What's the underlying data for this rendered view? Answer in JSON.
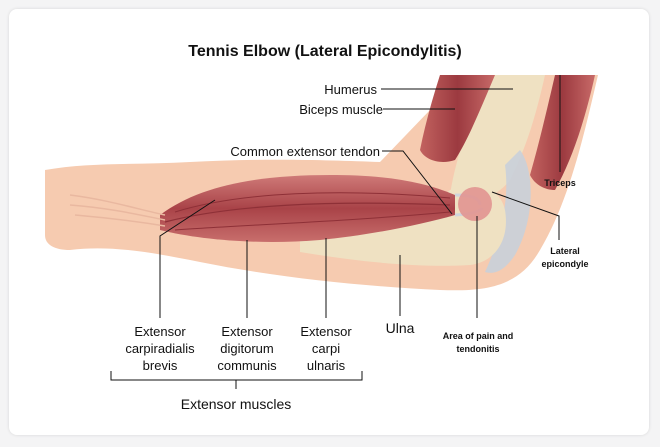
{
  "title": "Tennis Elbow (Lateral Epicondylitis)",
  "labels": {
    "humerus": "Humerus",
    "biceps": "Biceps muscle",
    "common_extensor_tendon": "Common extensor tendon",
    "triceps": "Triceps",
    "lateral_epicondyle": [
      "Lateral",
      "epicondyle"
    ],
    "area_of_pain": [
      "Area of pain and",
      "tendonitis"
    ],
    "ulna": "Ulna",
    "ecrb": [
      "Extensor",
      "carpiradialis",
      "brevis"
    ],
    "edc": [
      "Extensor",
      "digitorum",
      "communis"
    ],
    "ecu": [
      "Extensor",
      "carpi",
      "ulnaris"
    ],
    "extensor_muscles": "Extensor muscles"
  },
  "colors": {
    "skin": "#f5c7a7",
    "muscle": "#b9545a",
    "bone": "#efe0bf",
    "tendon": "#d8dde3"
  }
}
